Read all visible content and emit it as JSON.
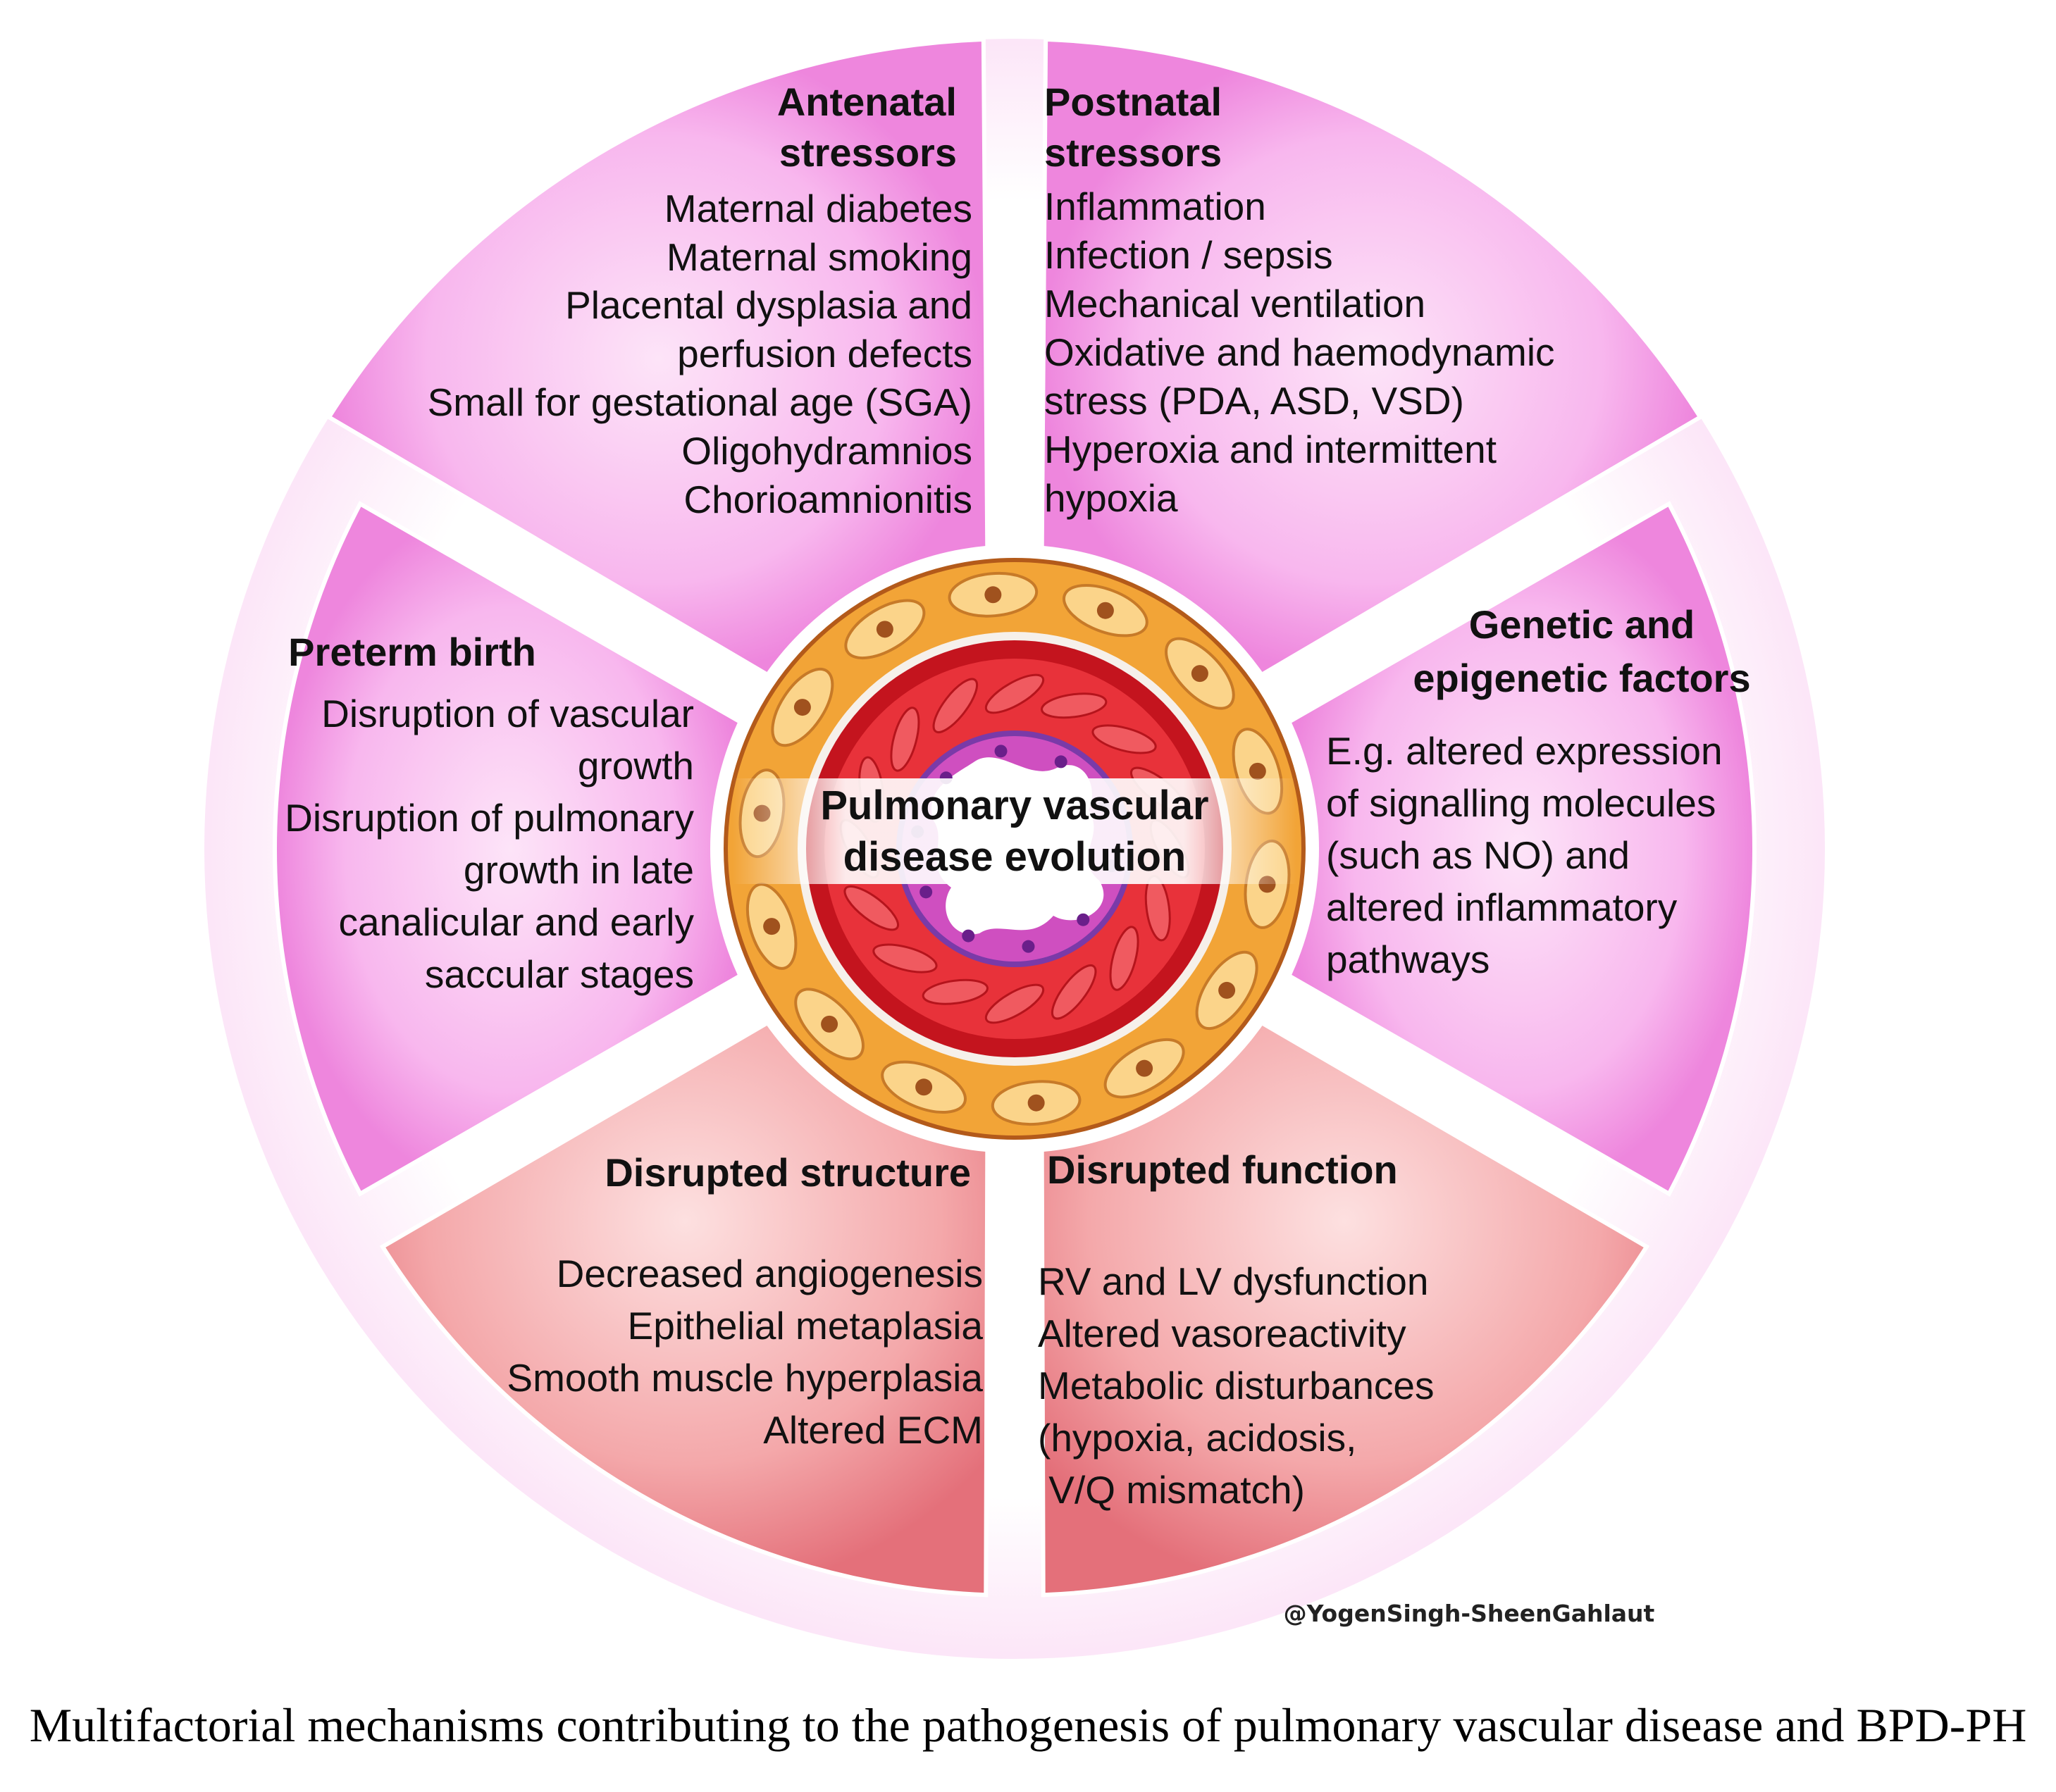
{
  "center_label": [
    "Pulmonary vascular",
    "disease evolution"
  ],
  "segments": {
    "antenatal": {
      "heading": [
        "Antenatal",
        "stressors"
      ],
      "items": [
        "Maternal diabetes",
        "Maternal smoking",
        "Placental dysplasia and",
        "perfusion defects",
        "Small for gestational age (SGA)",
        "Oligohydramnios",
        "Chorioamnionitis"
      ]
    },
    "postnatal": {
      "heading": [
        "Postnatal",
        "stressors"
      ],
      "items": [
        "Inflammation",
        "Infection / sepsis",
        "Mechanical ventilation",
        "Oxidative and haemodynamic",
        "stress (PDA, ASD, VSD)",
        "Hyperoxia and intermittent",
        "hypoxia"
      ]
    },
    "genetic": {
      "heading": [
        "Genetic and",
        "epigenetic factors"
      ],
      "items": [
        "E.g. altered expression",
        "of signalling molecules",
        "(such as NO) and",
        "altered inflammatory",
        "pathways"
      ]
    },
    "preterm": {
      "heading": [
        "Preterm birth"
      ],
      "items": [
        "Disruption of vascular",
        "growth",
        "Disruption of pulmonary",
        "growth in late",
        "canalicular and early",
        "saccular stages"
      ]
    },
    "structure": {
      "heading": [
        "Disrupted structure"
      ],
      "items": [
        "Decreased angiogenesis",
        "Epithelial metaplasia",
        "Smooth muscle hyperplasia",
        "Altered ECM"
      ]
    },
    "function": {
      "heading": [
        "Disrupted function"
      ],
      "items": [
        "RV and LV dysfunction",
        "Altered vasoreactivity",
        "Metabolic disturbances",
        "(hypoxia, acidosis,",
        " V/Q mismatch)"
      ]
    }
  },
  "credit": "@YogenSingh-SheenGahlaut",
  "caption": "Multifactorial mechanisms contributing to the pathogenesis of pulmonary vascular disease and BPD-PH",
  "colors": {
    "pink_segment": "#f59ee8",
    "pink_segment_light": "#fde4f8",
    "red_segment": "#ee8a8e",
    "red_segment_light": "#fde0e0",
    "vessel_outer": "#f2a437",
    "vessel_media": "#e8323a",
    "vessel_intima": "#c23fb3",
    "lumen": "#ffffff"
  }
}
